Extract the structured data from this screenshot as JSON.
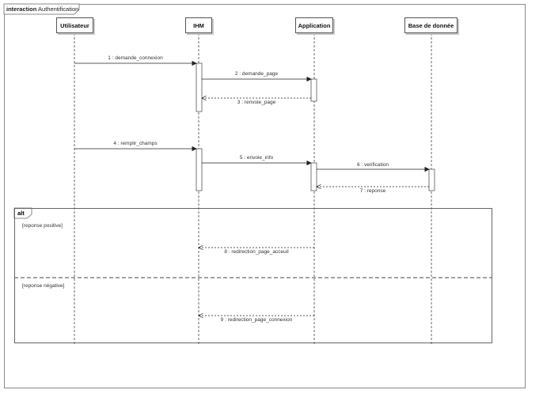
{
  "frame": {
    "keyword": "interaction",
    "name": "Authentification"
  },
  "lifelines": [
    {
      "id": "utilisateur",
      "name": "Utilisateur"
    },
    {
      "id": "ihm",
      "name": "IHM"
    },
    {
      "id": "application",
      "name": "Application"
    },
    {
      "id": "base",
      "name": "Base de donnée"
    }
  ],
  "messages": [
    {
      "label": "1 : demande_connexion",
      "from": "utilisateur",
      "to": "ihm",
      "kind": "sync"
    },
    {
      "label": "2 : demande_page",
      "from": "ihm",
      "to": "application",
      "kind": "sync"
    },
    {
      "label": "3 : renvoie_page",
      "from": "application",
      "to": "ihm",
      "kind": "reply"
    },
    {
      "label": "4 : remplir_champs",
      "from": "utilisateur",
      "to": "ihm",
      "kind": "sync"
    },
    {
      "label": "5 : envoie_info",
      "from": "ihm",
      "to": "application",
      "kind": "sync"
    },
    {
      "label": "6 : verification",
      "from": "application",
      "to": "base",
      "kind": "sync"
    },
    {
      "label": "7 : reponse",
      "from": "base",
      "to": "application",
      "kind": "reply"
    },
    {
      "label": "8 : redirection_page_acceuil",
      "from": "application",
      "to": "ihm",
      "kind": "reply"
    },
    {
      "label": "9 : redirection_page_connexion",
      "from": "application",
      "to": "ihm",
      "kind": "reply"
    }
  ],
  "alt": {
    "label": "alt",
    "guards": [
      "[reponse positive]",
      "[reponse négative]"
    ]
  }
}
